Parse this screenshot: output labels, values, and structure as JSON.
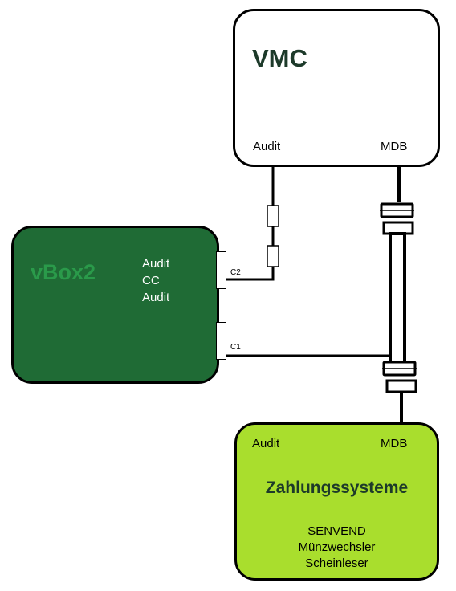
{
  "colors": {
    "vbox_fill": "#1f6b35",
    "vbox_title": "#2a9a4a",
    "zahlung_fill": "#a9de2d",
    "dark_text": "#1d3a2a",
    "line": "#000000",
    "connector_fill": "#ffffff"
  },
  "vmc": {
    "title": "VMC",
    "port_audit": "Audit",
    "port_mdb": "MDB"
  },
  "vbox": {
    "title": "vBox2",
    "port_lines": [
      "Audit",
      "CC",
      "Audit"
    ],
    "connector_c2": "C2",
    "connector_c1": "C1"
  },
  "zahlung": {
    "port_audit": "Audit",
    "port_mdb": "MDB",
    "title": "Zahlungssysteme",
    "lines": [
      "SENVEND",
      "Münzwechsler",
      "Scheinleser"
    ]
  }
}
